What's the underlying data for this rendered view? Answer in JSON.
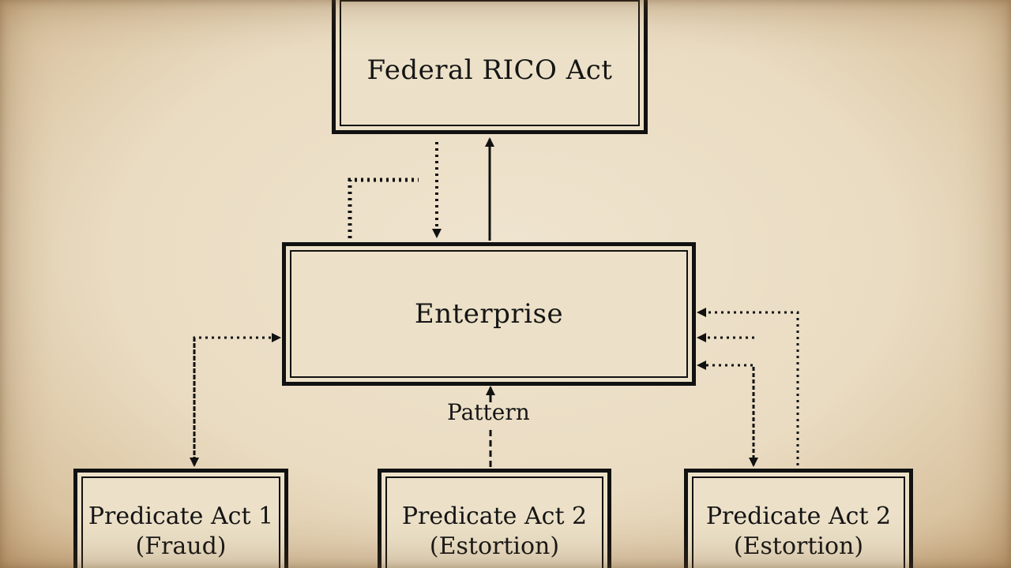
{
  "diagram": {
    "nodes": {
      "rico": {
        "title": "Federal RICO Act"
      },
      "enterprise": {
        "title": "Enterprise"
      },
      "predicate_1": {
        "line1": "Predicate Act 1",
        "line2": "(Fraud)"
      },
      "predicate_2": {
        "line1": "Predicate Act 2",
        "line2": "(Estortion)"
      },
      "predicate_3": {
        "line1": "Predicate Act 2",
        "line2": "(Estortion)"
      }
    },
    "edges": {
      "pattern_label": "Pattern"
    }
  },
  "colors": {
    "ink": "#111111",
    "paper": "#e9dcc3"
  }
}
